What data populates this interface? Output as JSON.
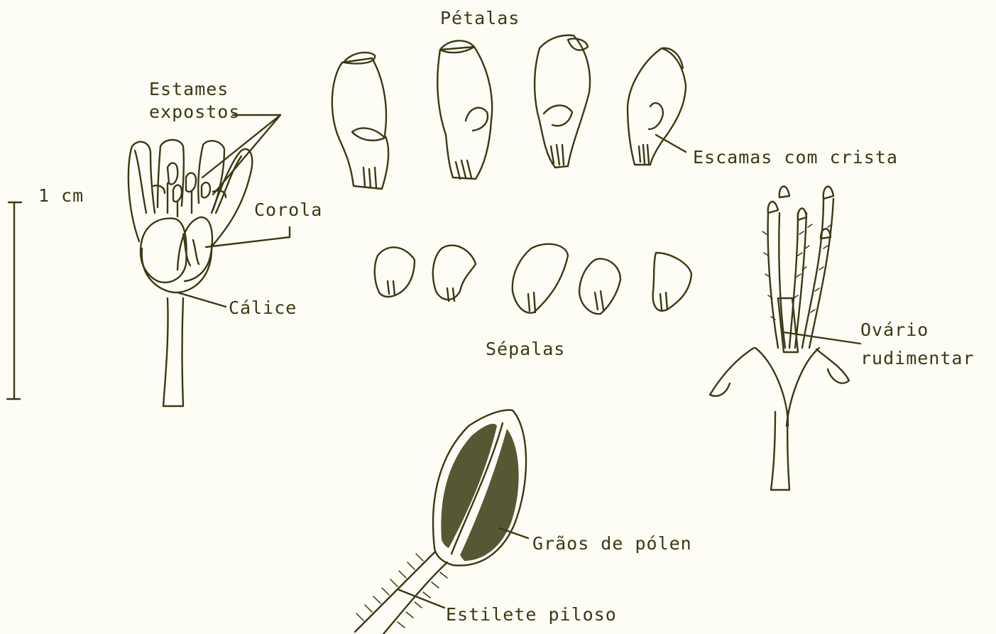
{
  "labels": {
    "petalas": "Pétalas",
    "estames": "Estames\nexpostos",
    "escamas": "Escamas com crista",
    "scale": "1 cm",
    "corola": "Corola",
    "calice": "Cálice",
    "sepalas": "Sépalas",
    "ovario": "Ovário\nrudimentar",
    "graos": "Grãos de pólen",
    "estilete": "Estilete piloso"
  },
  "colors": {
    "ink": "#3a3a12",
    "paper": "#fdfdf6"
  }
}
